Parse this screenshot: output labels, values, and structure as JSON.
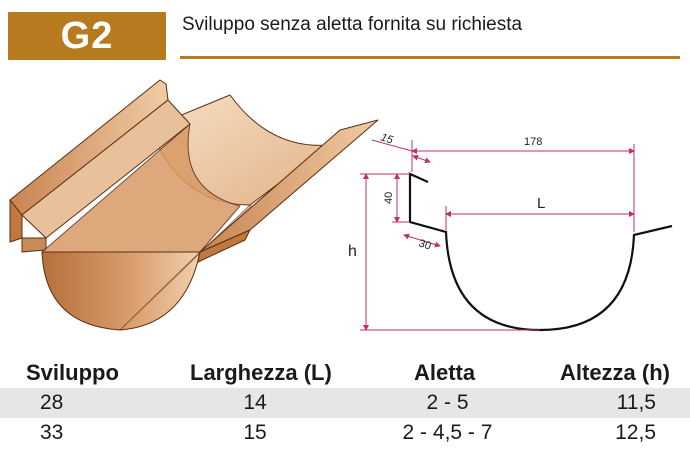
{
  "header": {
    "code": "G2",
    "subtitle": "Sviluppo senza aletta fornita su richiesta"
  },
  "diagram": {
    "dim_flap": "15",
    "dim_width_total": "178",
    "dim_height_small": "40",
    "dim_L": "L",
    "dim_h": "h",
    "dim_30": "30"
  },
  "table": {
    "columns": [
      "Sviluppo",
      "Larghezza (L)",
      "Aletta",
      "Altezza (h)"
    ],
    "rows": [
      [
        "28",
        "14",
        "2 - 5",
        "11,5"
      ],
      [
        "33",
        "15",
        "2 - 4,5 - 7",
        "12,5"
      ]
    ]
  },
  "colors": {
    "accent": "#b87a1e",
    "dimension_line": "#c0306a",
    "copper_light": "#efcfae",
    "copper_dark": "#b9713a"
  }
}
